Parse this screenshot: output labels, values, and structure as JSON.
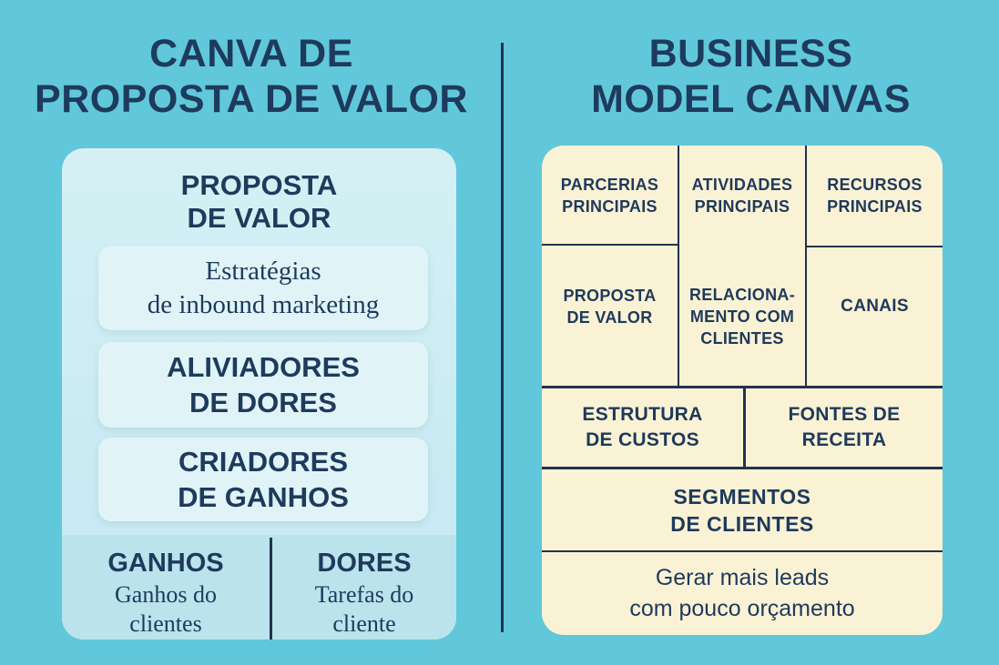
{
  "colors": {
    "background": "#60c8da",
    "navy": "#1e3a5c",
    "line": "#22334d",
    "panel_blue": "#c9eaf2",
    "panel_blue_light": "#d4f0f5",
    "box_blue": "#e0f4f8",
    "band_blue": "#bae3ec",
    "cream": "#faf2d5"
  },
  "left": {
    "title": "CANVA DE\nPROPOSTA DE VALOR",
    "panel": {
      "heading": "PROPOSTA\nDE VALOR",
      "strategy_box": "Estratégias\nde inbound marketing",
      "pain_relievers_box": "ALIVIADORES\nDE DORES",
      "gain_creators_box": "CRIADORES\nDE GANHOS",
      "gains": {
        "label": "GANHOS",
        "sub": "Ganhos do\nclientes"
      },
      "pains": {
        "label": "DORES",
        "sub": "Tarefas do\ncliente"
      }
    }
  },
  "right": {
    "title": "BUSINESS\nMODEL CANVAS",
    "cells": {
      "parcerias": "PARCERIAS\nPRINCIPAIS",
      "atividades": "ATIVIDADES\nPRINCIPAIS",
      "recursos": "RECURSOS\nPRINCIPAIS",
      "proposta": "PROPOSTA\nDE VALOR",
      "relacionamento": "RELACIONA-\nMENTO COM\nCLIENTES",
      "canais": "CANAIS",
      "estrutura": "ESTRUTURA\nDE CUSTOS",
      "fontes": "FONTES DE\nRECEITA",
      "segmentos": "SEGMENTOS\nDE CLIENTES",
      "goal": "Gerar mais leads\ncom pouco orçamento"
    }
  }
}
